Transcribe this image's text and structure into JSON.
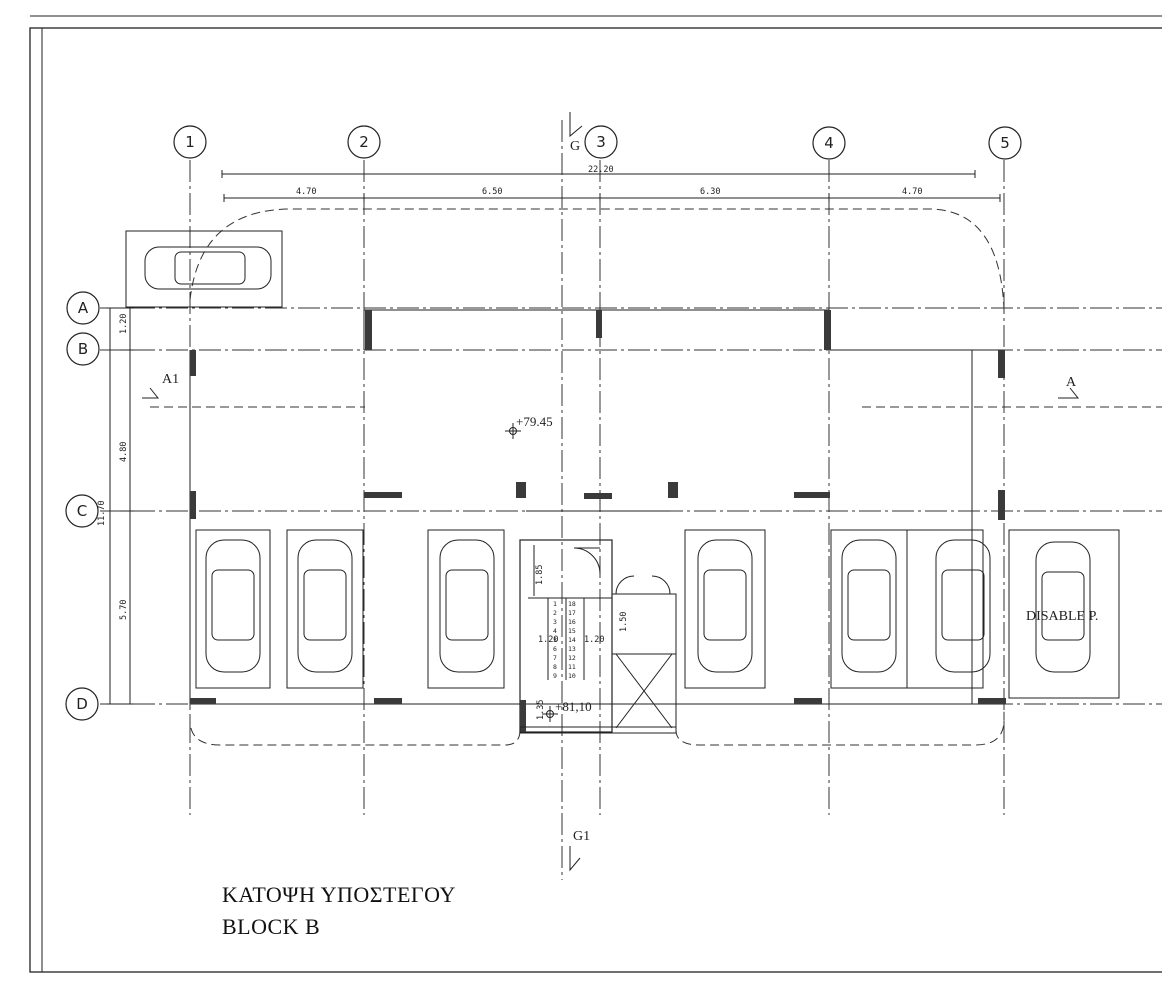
{
  "drawing": {
    "title_line1": "ΚΑΤΟΨΗ ΥΠΟΣΤΕΓΟΥ",
    "title_line2": "BLOCK B"
  },
  "grid": {
    "columns": [
      "1",
      "2",
      "3",
      "4",
      "5"
    ],
    "rows": [
      "A",
      "B",
      "C",
      "D"
    ]
  },
  "dimensions": {
    "overall": "22.20",
    "bays": [
      "4.70",
      "6.50",
      "6.30",
      "4.70"
    ],
    "vertical_total": "11.70",
    "vertical": [
      "1.20",
      "4.80",
      "5.70"
    ],
    "stair": [
      "1.85",
      "1.50",
      "1.20",
      "1.20",
      "1.35"
    ]
  },
  "levels": {
    "main": "+79.45",
    "stair": "+81,10"
  },
  "sections": {
    "top": "G",
    "bottom": "G1",
    "left": "A1",
    "right": "A"
  },
  "parking": {
    "disabled_label": "DISABLE P."
  },
  "stair_steps": {
    "left": [
      "1",
      "2",
      "3",
      "4",
      "5",
      "6",
      "7",
      "8",
      "9"
    ],
    "right": [
      "18",
      "17",
      "16",
      "15",
      "14",
      "13",
      "12",
      "11",
      "10"
    ]
  }
}
